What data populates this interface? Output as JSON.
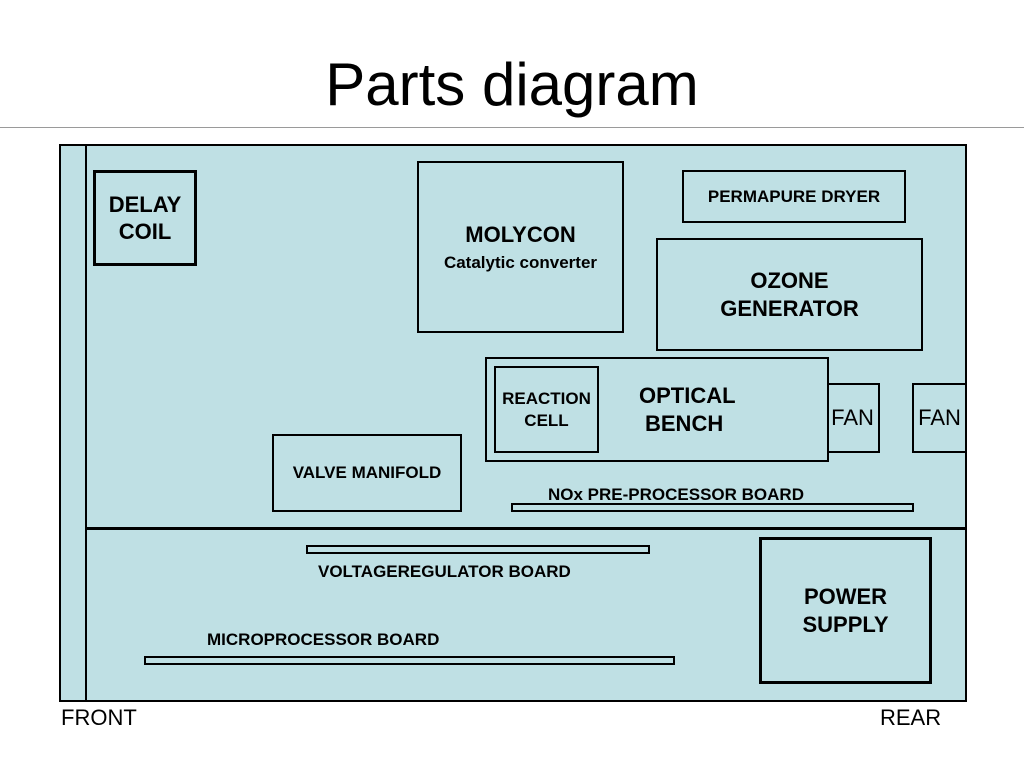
{
  "title": "Parts diagram",
  "diagram": {
    "delay_coil": [
      "DELAY",
      "COIL"
    ],
    "molycon": {
      "title": "MOLYCON",
      "subtitle": "Catalytic converter"
    },
    "permapure": "PERMAPURE DRYER",
    "ozone": [
      "OZONE",
      "GENERATOR"
    ],
    "reaction_cell": [
      "REACTION",
      "CELL"
    ],
    "optical_bench": [
      "OPTICAL",
      "BENCH"
    ],
    "fan1": "FAN",
    "fan2": "FAN",
    "valve_manifold": "VALVE MANIFOLD",
    "nox_board": "NOx PRE-PROCESSOR BOARD",
    "voltage_board": "VOLTAGEREGULATOR BOARD",
    "micro_board": "MICROPROCESSOR BOARD",
    "power_supply": [
      "POWER",
      "SUPPLY"
    ],
    "front": "FRONT",
    "rear": "REAR"
  },
  "colors": {
    "panel": "#bfe0e4",
    "outline": "#000000",
    "rule": "#9a9a9a"
  }
}
